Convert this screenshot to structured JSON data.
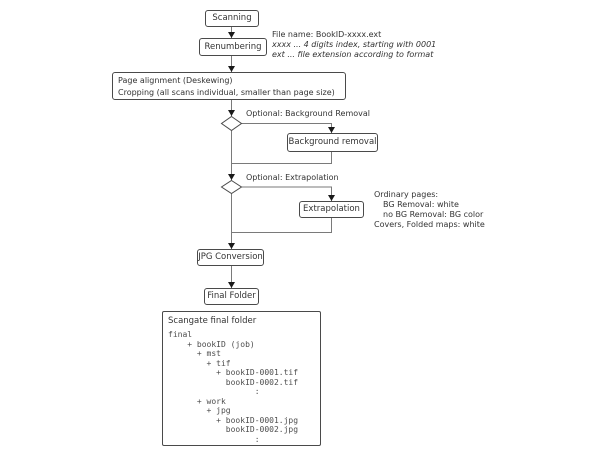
{
  "diagram": {
    "nodes": {
      "scanning": "Scanning",
      "renumbering": "Renumbering",
      "page_alignment": [
        "Page alignment (Deskewing)",
        "Cropping (all scans individual, smaller than page size)"
      ],
      "background_removal": "Background removal",
      "extrapolation": "Extrapolation",
      "jpg_conversion": "JPG Conversion",
      "final_folder": "Final Folder"
    },
    "decision_labels": {
      "background_removal": "Optional: Background Removal",
      "extrapolation": "Optional: Extrapolation"
    },
    "annotations": {
      "file_name": [
        "File name: BookID-xxxx.ext",
        "xxxx ... 4 digits index, starting with 0001",
        "ext ... file extension according to format"
      ],
      "page_colors": [
        "Ordinary pages:",
        "BG Removal: white",
        "no BG Removal: BG color",
        "Covers, Folded maps: white"
      ]
    },
    "final_folder_detail": {
      "title": "Scangate final folder",
      "tree": "final\n    + bookID (job)\n      + mst\n        + tif\n          + bookID-0001.tif\n            bookID-0002.tif\n                  :\n      + work\n        + jpg\n          + bookID-0001.jpg\n            bookID-0002.jpg\n                  :"
    },
    "colors": {
      "background": "#ffffff",
      "connector_line": "#7a7a7a",
      "box_border": "#4a4a4a",
      "text": "#333333",
      "arrowhead": "#1a1a1a"
    }
  }
}
